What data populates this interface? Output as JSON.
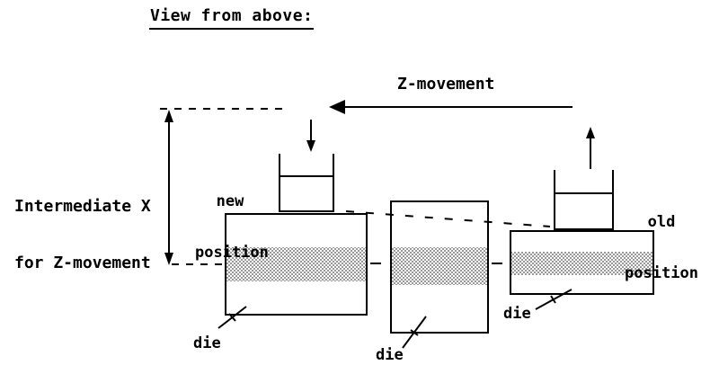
{
  "diagram": {
    "title": "View from above:",
    "z_movement_label": "Z-movement",
    "intermediate_label_line1": "Intermediate X",
    "intermediate_label_line2": "for Z-movement",
    "new_position_label_line1": "new",
    "new_position_label_line2": "position",
    "old_position_label_line1": "old",
    "old_position_label_line2": "position",
    "die_left_label": "die",
    "die_middle_label": "die",
    "die_right_label": "die"
  },
  "colors": {
    "line": "#000000",
    "background": "#ffffff",
    "hatch_dot": "#999999"
  }
}
